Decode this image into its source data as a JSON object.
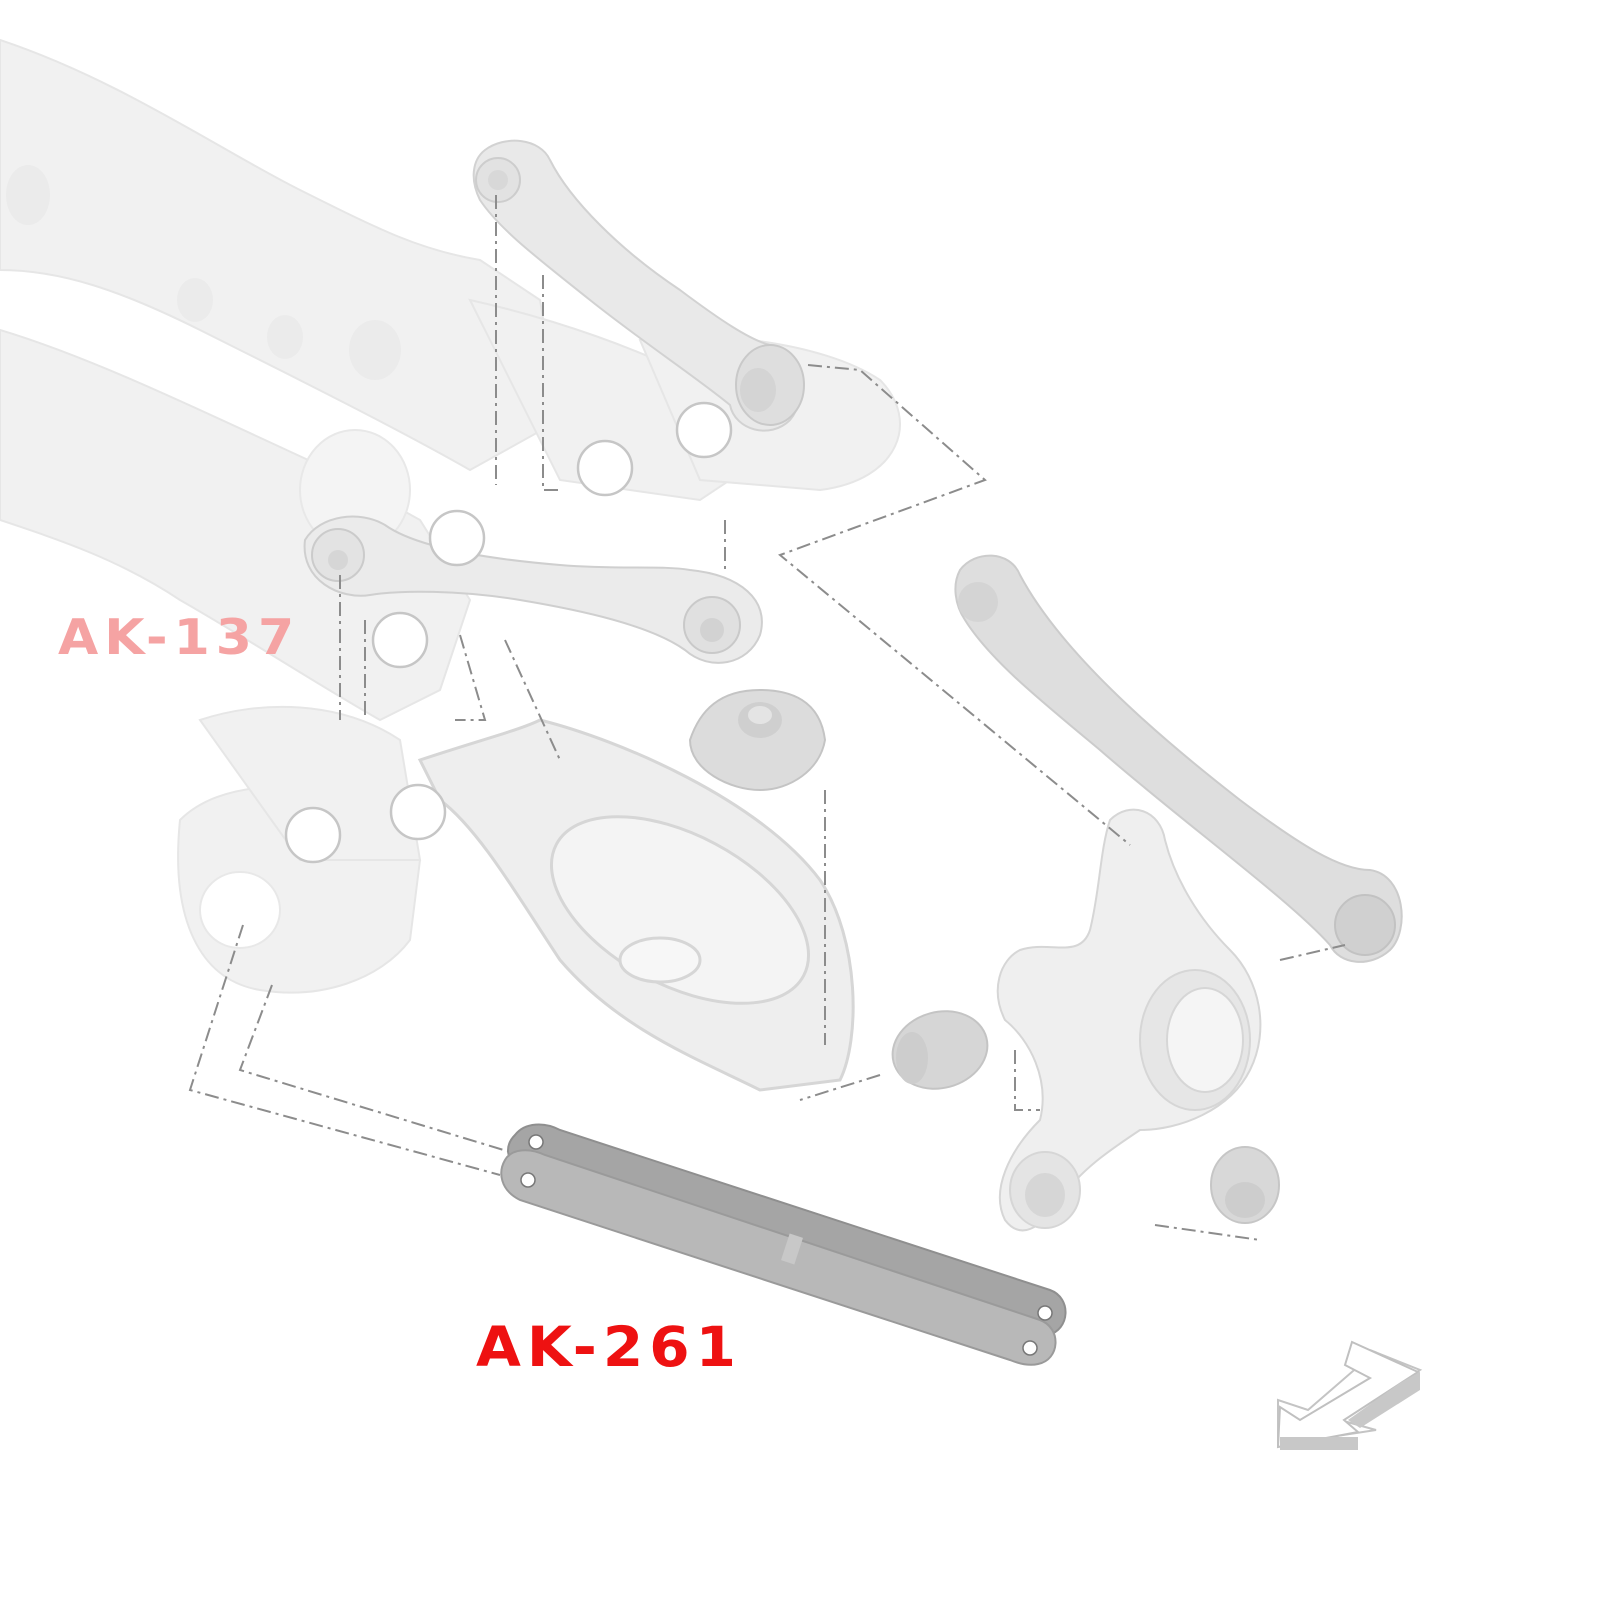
{
  "diagram": {
    "type": "exploded rear suspension parts diagram",
    "labels": {
      "ak137": {
        "text": "AK-137",
        "color": "#f5a3a3",
        "highlighted": false
      },
      "ak261": {
        "text": "AK-261",
        "color": "#ee1111",
        "highlighted": true
      }
    },
    "parts": [
      {
        "id": "subframe",
        "name": "rear subframe / crossmember",
        "tone": "faded"
      },
      {
        "id": "upper-control-arm",
        "name": "upper control arm",
        "tone": "faded"
      },
      {
        "id": "camber-link",
        "name": "camber link (AK-137 position)",
        "tone": "faded"
      },
      {
        "id": "lower-spring-arm",
        "name": "lower spring control arm",
        "tone": "faded"
      },
      {
        "id": "spring-pad",
        "name": "spring pad / mount",
        "tone": "medium"
      },
      {
        "id": "toe-arm",
        "name": "long diagonal toe arm",
        "tone": "medium"
      },
      {
        "id": "knuckle",
        "name": "wheel carrier / knuckle",
        "tone": "faded"
      },
      {
        "id": "bushing-1",
        "name": "bushing",
        "tone": "medium"
      },
      {
        "id": "bushing-2",
        "name": "bushing",
        "tone": "medium"
      },
      {
        "id": "lower-link",
        "name": "rear lower trailing link (AK-261)",
        "tone": "dark"
      },
      {
        "id": "direction-arrow",
        "name": "front direction arrow",
        "tone": "outline"
      }
    ],
    "colors": {
      "faded_part": "#eeeeee",
      "faded_outline": "#dcdcdc",
      "medium_part": "#d6d6d6",
      "dark_part": "#a8a8a8",
      "leader_line": "#8c8c8c",
      "circle_outline": "#c8c8c8"
    }
  }
}
